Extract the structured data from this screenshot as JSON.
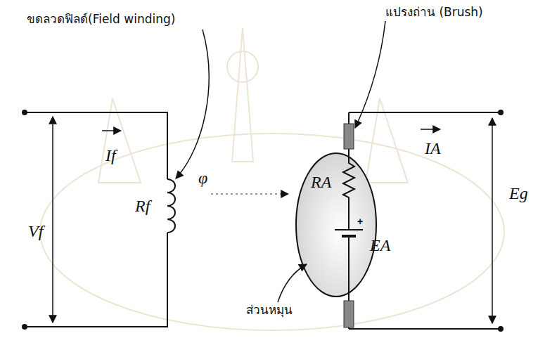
{
  "diagram": {
    "labels": [
      "ขดลวดฟิลด์(Field winding)",
      "แปรงถ่าน (Brush)",
      "If",
      "Vf",
      "Rf",
      "φ",
      "RA",
      "+",
      "EA",
      "IA",
      "Eg",
      "ส่วนหมุน"
    ]
  }
}
